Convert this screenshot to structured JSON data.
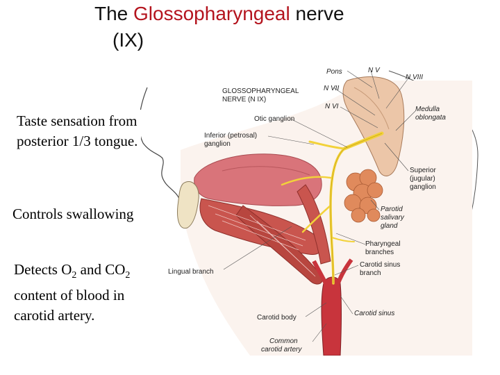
{
  "title": {
    "prefix": "The ",
    "highlight": "Glossopharyngeal",
    "suffix": " nerve",
    "line2": "(IX)"
  },
  "notes": {
    "taste": "Taste sensation from posterior 1/3 tongue.",
    "swallow": "Controls swallowing",
    "detect_prefix": "Detects O",
    "detect_sub1": "2",
    "detect_mid": " and CO",
    "detect_sub2": "2",
    "detect_suffix": " content of blood in carotid artery."
  },
  "labels": {
    "pons": "Pons",
    "n5": "N V",
    "n8": "N VIII",
    "nerve_title_1": "GLOSSOPHARYNGEAL",
    "nerve_title_2": "NERVE (N IX)",
    "n7": "N VII",
    "n6": "N VI",
    "medulla_1": "Medulla",
    "medulla_2": "oblongata",
    "otic": "Otic ganglion",
    "inferior_1": "Inferior (petrosal)",
    "inferior_2": "ganglion",
    "superior_1": "Superior",
    "superior_2": "(jugular)",
    "superior_3": "ganglion",
    "parotid_1": "Parotid",
    "parotid_2": "salivary",
    "parotid_3": "gland",
    "pharyngeal_1": "Pharyngeal",
    "pharyngeal_2": "branches",
    "carotid_branch_1": "Carotid sinus",
    "carotid_branch_2": "branch",
    "lingual": "Lingual branch",
    "carotid_body": "Carotid body",
    "carotid_sinus": "Carotid sinus",
    "common_1": "Common",
    "common_2": "carotid artery"
  },
  "colors": {
    "title_accent": "#b4141e",
    "muscle": "#c9554e",
    "muscle_dark": "#a83a36",
    "tongue": "#d9747a",
    "nerve": "#f2d23a",
    "bone": "#efe3c4",
    "brainstem": "#ecc6a8",
    "gland": "#e08a5c",
    "artery": "#c8343c"
  }
}
